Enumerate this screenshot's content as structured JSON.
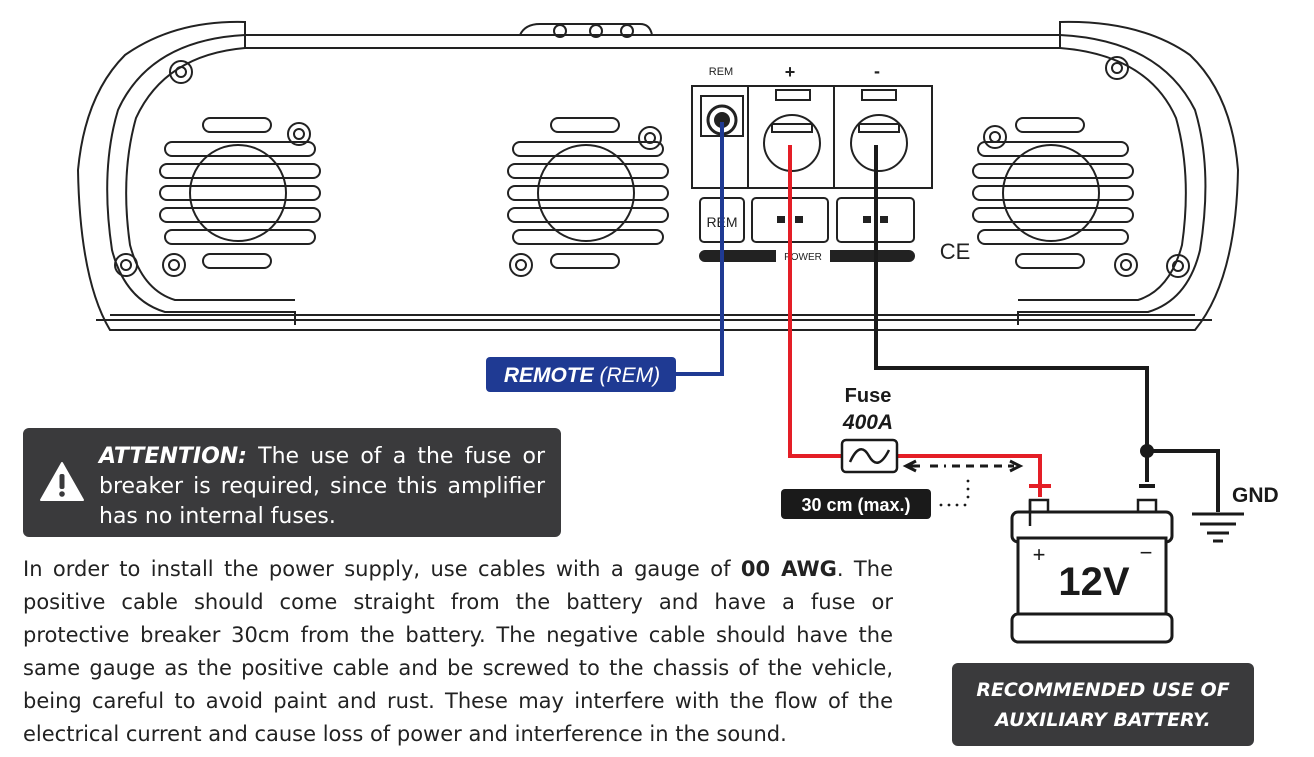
{
  "amplifier": {
    "rem_terminal_label": "REM",
    "positive_terminal_label": "+",
    "negative_terminal_label": "-",
    "panel_rem_label": "REM",
    "power_label": "POWER",
    "ce_mark": "CE"
  },
  "remote_label": {
    "bold": "REMOTE",
    "normal": "(REM)"
  },
  "fuse": {
    "title": "Fuse",
    "rating": "400A"
  },
  "distance_label": "30 cm (max.)",
  "ground_label": "GND",
  "battery": {
    "plus": "+",
    "minus": "−",
    "voltage": "12V"
  },
  "attention": {
    "heading": "ATTENTION:",
    "text": "The use of a the fuse or breaker is required, since this amplifier has no internal fuses."
  },
  "instructions": {
    "before_bold": "In order to install the power supply, use cables with a gauge of ",
    "bold": "00 AWG",
    "after_bold": ". The positive cable should come straight from the battery and have a fuse or protective breaker 30cm from the battery. The negative cable should have the same gauge as the positive cable and be screwed to the chassis of the vehicle, being careful to avoid paint and rust. These may interfere with the flow of the electrical current and cause loss of power and interference in the sound."
  },
  "recommended": {
    "line1": "RECOMMENDED USE OF",
    "line2": "AUXILIARY BATTERY."
  },
  "colors": {
    "remote_wire": "#1f3a93",
    "positive_wire": "#e41e26",
    "negative_wire": "#1a1a1a",
    "label_box": "#3a3a3c"
  }
}
